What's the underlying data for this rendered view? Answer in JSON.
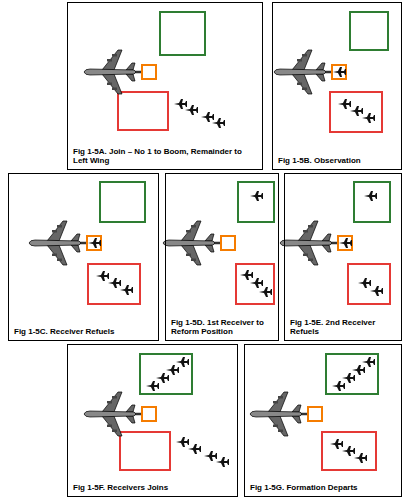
{
  "diagram": {
    "nodes": [
      {
        "text": [
          "Fig 1-5A. Join – No 1 to Boom, Remainder to Left Wing"
        ]
      },
      {
        "text": [
          "Fig 1-5B. Observation"
        ]
      },
      {
        "text": [
          "Fig 1-5C. Receiver Refuels"
        ]
      },
      {
        "text": [
          "Fig 1-5D. 1st Receiver to Reform Position"
        ]
      },
      {
        "text": [
          "Fig 1-5E. 2nd Receiver Refuels"
        ]
      },
      {
        "text": [
          "Fig 1-5F. Receivers Joins"
        ]
      },
      {
        "text": [
          "Fig 1-5G. Formation Departs"
        ]
      }
    ]
  }
}
